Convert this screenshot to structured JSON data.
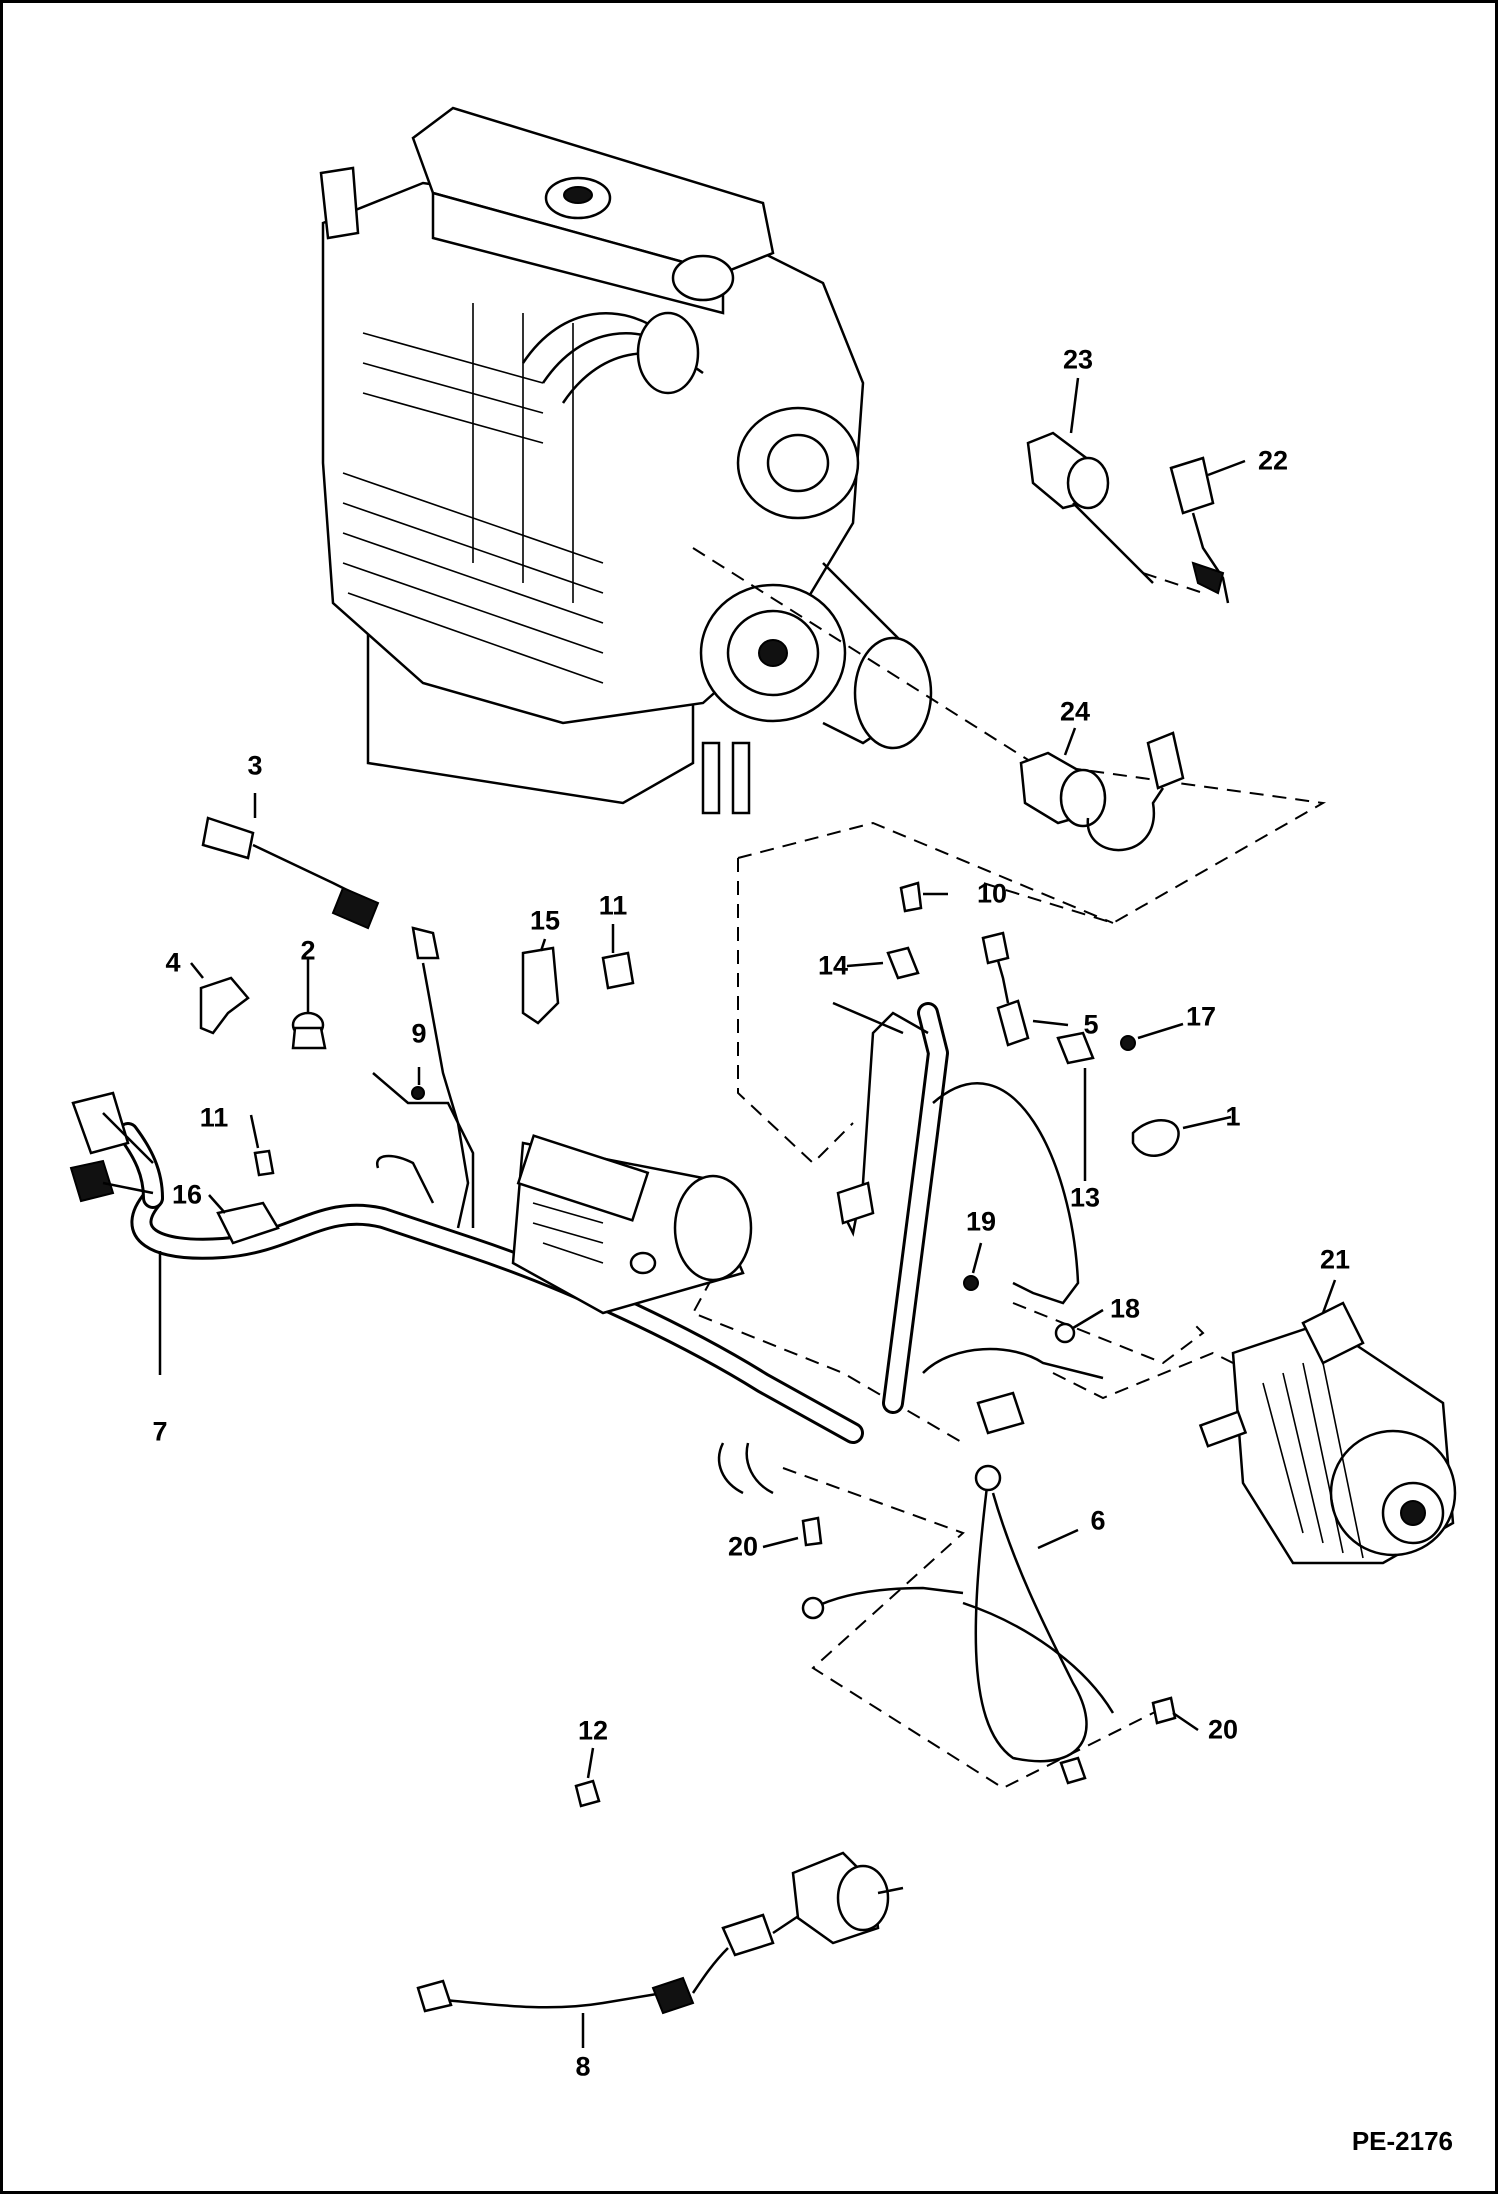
{
  "figure_id": "PE-2176",
  "callouts": [
    {
      "label": "1"
    },
    {
      "label": "2"
    },
    {
      "label": "3"
    },
    {
      "label": "4"
    },
    {
      "label": "5"
    },
    {
      "label": "6"
    },
    {
      "label": "7"
    },
    {
      "label": "8"
    },
    {
      "label": "9"
    },
    {
      "label": "10"
    },
    {
      "label": "11"
    },
    {
      "label": "11"
    },
    {
      "label": "12"
    },
    {
      "label": "13"
    },
    {
      "label": "14"
    },
    {
      "label": "15"
    },
    {
      "label": "16"
    },
    {
      "label": "17"
    },
    {
      "label": "18"
    },
    {
      "label": "19"
    },
    {
      "label": "20"
    },
    {
      "label": "20"
    },
    {
      "label": "21"
    },
    {
      "label": "22"
    },
    {
      "label": "23"
    },
    {
      "label": "24"
    }
  ]
}
